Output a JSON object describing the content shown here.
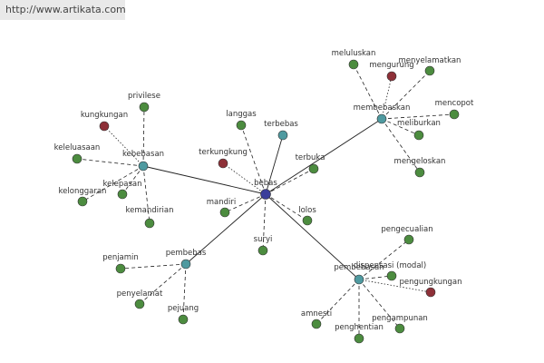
{
  "watermark": "http://www.artikata.com",
  "colors": {
    "center": "#3a3e9a",
    "hub": "#4f9aa0",
    "leaf_green": "#4c8c3f",
    "leaf_red": "#8e3038",
    "node_stroke": "#333333",
    "edge": "#222222"
  },
  "center": {
    "id": "bebas",
    "label": "bebas"
  },
  "nodes": [
    {
      "id": "bebas",
      "label": "bebas",
      "kind": "center"
    },
    {
      "id": "kebebasan",
      "label": "kebebasan",
      "kind": "hub"
    },
    {
      "id": "membebaskan",
      "label": "membebaskan",
      "kind": "hub"
    },
    {
      "id": "pembebas",
      "label": "pembebas",
      "kind": "hub"
    },
    {
      "id": "pembebasan",
      "label": "pembebasan",
      "kind": "hub"
    },
    {
      "id": "terbuka",
      "label": "terbuka",
      "kind": "green"
    },
    {
      "id": "terbebas",
      "label": "terbebas",
      "kind": "hub"
    },
    {
      "id": "langgas",
      "label": "langgas",
      "kind": "green"
    },
    {
      "id": "terkungkung",
      "label": "terkungkung",
      "kind": "red"
    },
    {
      "id": "mandiri",
      "label": "mandiri",
      "kind": "green"
    },
    {
      "id": "suryi",
      "label": "suryi",
      "kind": "green"
    },
    {
      "id": "lolos",
      "label": "lolos",
      "kind": "green"
    },
    {
      "id": "privilese",
      "label": "privilese",
      "kind": "green"
    },
    {
      "id": "kungkungan",
      "label": "kungkungan",
      "kind": "red"
    },
    {
      "id": "keleluasaan",
      "label": "keleluasaan",
      "kind": "green"
    },
    {
      "id": "kelepasan",
      "label": "kelepasan",
      "kind": "green"
    },
    {
      "id": "kelonggaran",
      "label": "kelonggaran",
      "kind": "green"
    },
    {
      "id": "kemandirian",
      "label": "kemandirian",
      "kind": "green"
    },
    {
      "id": "meluluskan",
      "label": "meluluskan",
      "kind": "green"
    },
    {
      "id": "mengurung",
      "label": "mengurung",
      "kind": "red"
    },
    {
      "id": "menyelamatkan",
      "label": "menyelamatkan",
      "kind": "green"
    },
    {
      "id": "mencopot",
      "label": "mencopot",
      "kind": "green"
    },
    {
      "id": "meliburkan",
      "label": "meliburkan",
      "kind": "green"
    },
    {
      "id": "mengeloskan",
      "label": "mengeloskan",
      "kind": "green"
    },
    {
      "id": "penjamin",
      "label": "penjamin",
      "kind": "green"
    },
    {
      "id": "penyelamat",
      "label": "penyelamat",
      "kind": "green"
    },
    {
      "id": "pejuang",
      "label": "pejuang",
      "kind": "green"
    },
    {
      "id": "pengecualian",
      "label": "pengecualian",
      "kind": "green"
    },
    {
      "id": "dispensasi",
      "label": "dispensasi (modal)",
      "kind": "green"
    },
    {
      "id": "pengungkungan",
      "label": "pengungkungan",
      "kind": "red"
    },
    {
      "id": "amnesti",
      "label": "amnesti",
      "kind": "green"
    },
    {
      "id": "penghentian",
      "label": "penghentian",
      "kind": "green"
    },
    {
      "id": "pengampunan",
      "label": "pengampunan",
      "kind": "green"
    }
  ],
  "edges": [
    {
      "from": "bebas",
      "to": "kebebasan",
      "style": "solid"
    },
    {
      "from": "bebas",
      "to": "membebaskan",
      "style": "solid"
    },
    {
      "from": "bebas",
      "to": "pembebas",
      "style": "solid"
    },
    {
      "from": "bebas",
      "to": "pembebasan",
      "style": "solid"
    },
    {
      "from": "bebas",
      "to": "terbebas",
      "style": "solid"
    },
    {
      "from": "bebas",
      "to": "terbuka",
      "style": "dashed"
    },
    {
      "from": "bebas",
      "to": "langgas",
      "style": "dashed"
    },
    {
      "from": "bebas",
      "to": "terkungkung",
      "style": "dotted"
    },
    {
      "from": "bebas",
      "to": "mandiri",
      "style": "dashed"
    },
    {
      "from": "bebas",
      "to": "suryi",
      "style": "dashed"
    },
    {
      "from": "bebas",
      "to": "lolos",
      "style": "dashed"
    },
    {
      "from": "kebebasan",
      "to": "privilese",
      "style": "dashed"
    },
    {
      "from": "kebebasan",
      "to": "kungkungan",
      "style": "dotted"
    },
    {
      "from": "kebebasan",
      "to": "keleluasaan",
      "style": "dashed"
    },
    {
      "from": "kebebasan",
      "to": "kelepasan",
      "style": "dashed"
    },
    {
      "from": "kebebasan",
      "to": "kelonggaran",
      "style": "dashed"
    },
    {
      "from": "kebebasan",
      "to": "kemandirian",
      "style": "dashed"
    },
    {
      "from": "membebaskan",
      "to": "meluluskan",
      "style": "dashed"
    },
    {
      "from": "membebaskan",
      "to": "mengurung",
      "style": "dotted"
    },
    {
      "from": "membebaskan",
      "to": "menyelamatkan",
      "style": "dashed"
    },
    {
      "from": "membebaskan",
      "to": "mencopot",
      "style": "dashed"
    },
    {
      "from": "membebaskan",
      "to": "meliburkan",
      "style": "dashed"
    },
    {
      "from": "membebaskan",
      "to": "mengeloskan",
      "style": "dashed"
    },
    {
      "from": "pembebas",
      "to": "penjamin",
      "style": "dashed"
    },
    {
      "from": "pembebas",
      "to": "penyelamat",
      "style": "dashed"
    },
    {
      "from": "pembebas",
      "to": "pejuang",
      "style": "dashed"
    },
    {
      "from": "pembebasan",
      "to": "pengecualian",
      "style": "dashed"
    },
    {
      "from": "pembebasan",
      "to": "dispensasi",
      "style": "dashed"
    },
    {
      "from": "pembebasan",
      "to": "pengungkungan",
      "style": "dotted"
    },
    {
      "from": "pembebasan",
      "to": "amnesti",
      "style": "dashed"
    },
    {
      "from": "pembebasan",
      "to": "penghentian",
      "style": "dashed"
    },
    {
      "from": "pembebasan",
      "to": "pengampunan",
      "style": "dashed"
    }
  ]
}
